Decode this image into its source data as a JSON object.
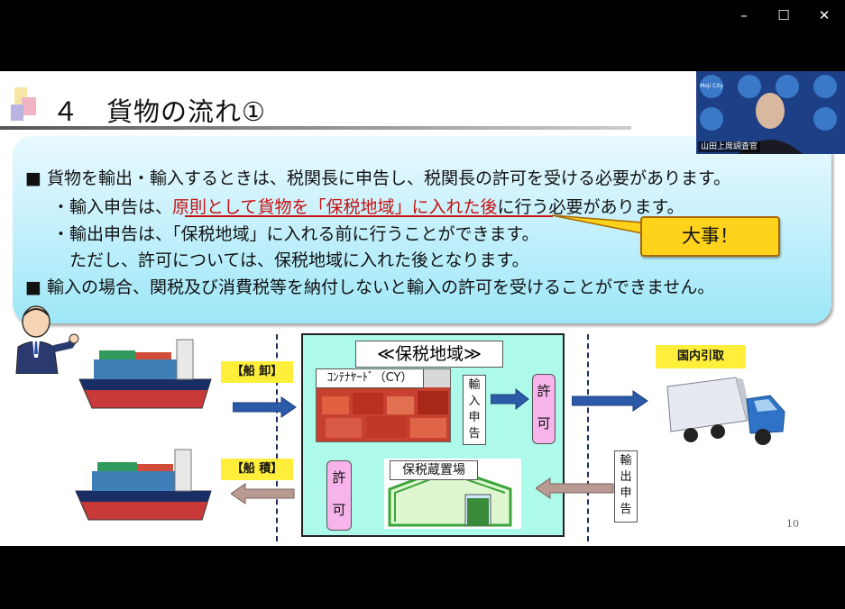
{
  "window_controls": {
    "minimize": "–",
    "maximize": "☐",
    "close": "✕"
  },
  "slide": {
    "title": "４　貨物の流れ①",
    "bullets": {
      "b1": "■  貨物を輸出・輸入するときは、税関長に申告し、税関長の許可を受ける必要があります。",
      "b1a_pre": "・輸入申告は、",
      "b1a_red": "原則として貨物を「保税地域」に入れた後",
      "b1a_post": "に行う必要があります。",
      "b1b": "・輸出申告は、「保税地域」に入れる前に行うことができます。",
      "b1c": "ただし、許可については、保税地域に入れた後となります。",
      "b2": "■  輸入の場合、関税及び消費税等を納付しないと輸入の許可を受けることができません。"
    },
    "callout": "大事！",
    "flow": {
      "unload": "【船 卸】",
      "load": "【船 積】",
      "bonded_title": "≪保税地域≫",
      "cy": "ｺﾝﾃﾅﾔｰﾄﾞ（CY）",
      "import_decl": [
        "輸",
        "入",
        "申",
        "告"
      ],
      "permit_top": [
        "許",
        "可"
      ],
      "permit_bottom": [
        "許",
        "可"
      ],
      "warehouse": "保税蔵置場",
      "domestic": "国内引取",
      "export_decl": [
        "輸",
        "出",
        "申",
        "告"
      ]
    },
    "page_number": "10"
  },
  "video": {
    "caption": "山田上席調査官",
    "backdrop_logo": "Moji City"
  },
  "colors": {
    "callout_top": "#e9f9ff",
    "callout_bottom": "#9ee7f8",
    "highlight": "#c81010",
    "bonded_area": "#aefaea",
    "permit": "#f6b4ea",
    "label": "#ffef3a"
  }
}
